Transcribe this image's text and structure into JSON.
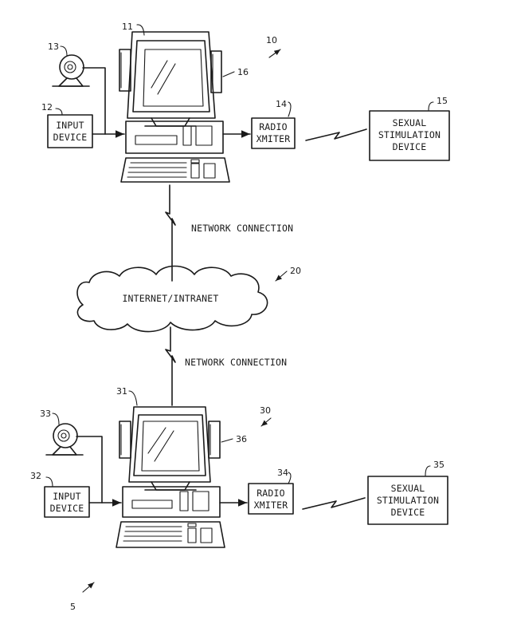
{
  "refs": {
    "r5": "5",
    "r10": "10",
    "r11": "11",
    "r12": "12",
    "r13": "13",
    "r14": "14",
    "r15": "15",
    "r16": "16",
    "r20": "20",
    "r30": "30",
    "r31": "31",
    "r32": "32",
    "r33": "33",
    "r34": "34",
    "r35": "35",
    "r36": "36"
  },
  "top": {
    "input_device": [
      "INPUT",
      "DEVICE"
    ],
    "radio_xmitter": [
      "RADIO",
      "XMITER"
    ],
    "stimulation_device": [
      "SEXUAL",
      "STIMULATION",
      "DEVICE"
    ]
  },
  "bottom": {
    "input_device": [
      "INPUT",
      "DEVICE"
    ],
    "radio_xmitter": [
      "RADIO",
      "XMITER"
    ],
    "stimulation_device": [
      "SEXUAL",
      "STIMULATION",
      "DEVICE"
    ]
  },
  "network": {
    "upper_connection": "NETWORK CONNECTION",
    "lower_connection": "NETWORK CONNECTION",
    "cloud": "INTERNET/INTRANET"
  }
}
